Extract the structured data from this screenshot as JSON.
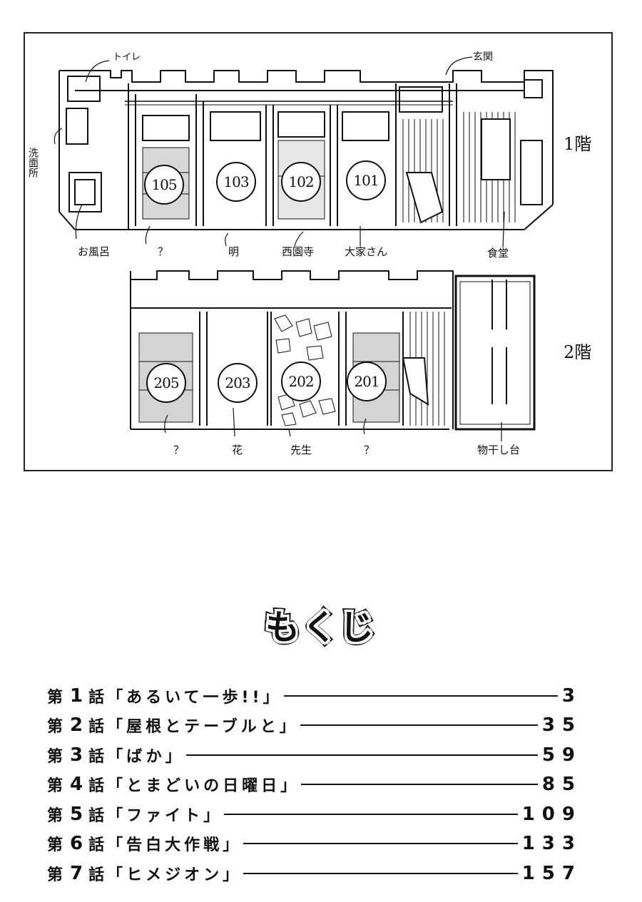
{
  "floor_plan": {
    "floor1": {
      "label": "1階",
      "rooms": [
        "105",
        "103",
        "102",
        "101"
      ],
      "annotations": {
        "toilet": "トイレ",
        "washroom": "洗面所",
        "bath": "お風呂",
        "entrance": "玄関",
        "room105_occupant": "？",
        "room103_occupant": "明",
        "room102_occupant": "西園寺",
        "room101_occupant": "大家さん",
        "dining": "食堂"
      }
    },
    "floor2": {
      "label": "2階",
      "rooms": [
        "205",
        "203",
        "202",
        "201"
      ],
      "annotations": {
        "room205_occupant": "？",
        "room203_occupant": "花",
        "room202_occupant": "先生",
        "room201_occupant": "？",
        "drying_deck": "物干し台"
      }
    }
  },
  "toc": {
    "title": "もくじ",
    "chapter_prefix": "第",
    "chapter_suffix": "話",
    "chapters": [
      {
        "number": "1",
        "title": "「あるいて一歩!!」",
        "page": "3"
      },
      {
        "number": "2",
        "title": "「屋根とテーブルと」",
        "page": "35"
      },
      {
        "number": "3",
        "title": "「ばか」",
        "page": "59"
      },
      {
        "number": "4",
        "title": "「とまどいの日曜日」",
        "page": "85"
      },
      {
        "number": "5",
        "title": "「ファイト」",
        "page": "109"
      },
      {
        "number": "6",
        "title": "「告白大作戦」",
        "page": "133"
      },
      {
        "number": "7",
        "title": "「ヒメジオン」",
        "page": "157"
      }
    ]
  }
}
